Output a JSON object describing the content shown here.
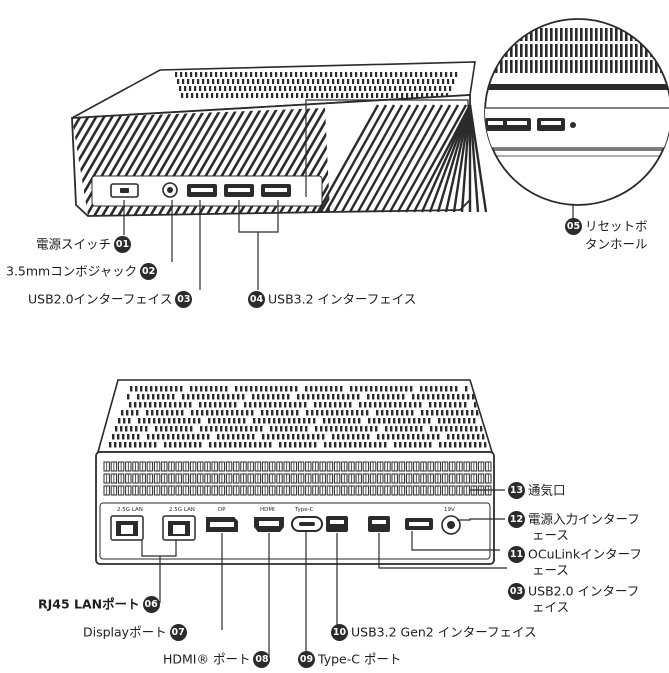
{
  "colors": {
    "ink": "#2b2b2b",
    "panel": "#f3f3f3",
    "badge": "#2b2b2b",
    "badge_text": "#ffffff"
  },
  "front_view": {
    "labels": [
      {
        "num": "01",
        "text": "電源スイッチ"
      },
      {
        "num": "02",
        "text": "3.5mmコンボジャック"
      },
      {
        "num": "03",
        "text": "USB2.0インターフェイス"
      },
      {
        "num": "04",
        "text": "USB3.2 インターフェイス"
      },
      {
        "num": "05",
        "text_line1": "リセットボ",
        "text_line2": "タンホール"
      }
    ]
  },
  "rear_view": {
    "port_text": {
      "lan1": "2.5G LAN",
      "lan2": "2.5G LAN",
      "dp": "DP",
      "hdmi": "HDMI",
      "typec": "Type-C",
      "power": "19V"
    },
    "labels": [
      {
        "num": "13",
        "text": "通気口"
      },
      {
        "num": "12",
        "text_line1": "電源入力インターフ",
        "text_line2": "ェース"
      },
      {
        "num": "11",
        "text_line1": "OCuLinkインターフ",
        "text_line2": "ェース"
      },
      {
        "num": "03",
        "text_line1": "USB2.0 インターフ",
        "text_line2": "ェイス"
      },
      {
        "num": "06",
        "text": "RJ45 LANポート"
      },
      {
        "num": "07",
        "text": "Displayポート"
      },
      {
        "num": "10",
        "text": "USB3.2 Gen2 インターフェイス"
      },
      {
        "num": "08",
        "text": "HDMI® ポート"
      },
      {
        "num": "09",
        "text": "Type-C ポート"
      }
    ]
  }
}
